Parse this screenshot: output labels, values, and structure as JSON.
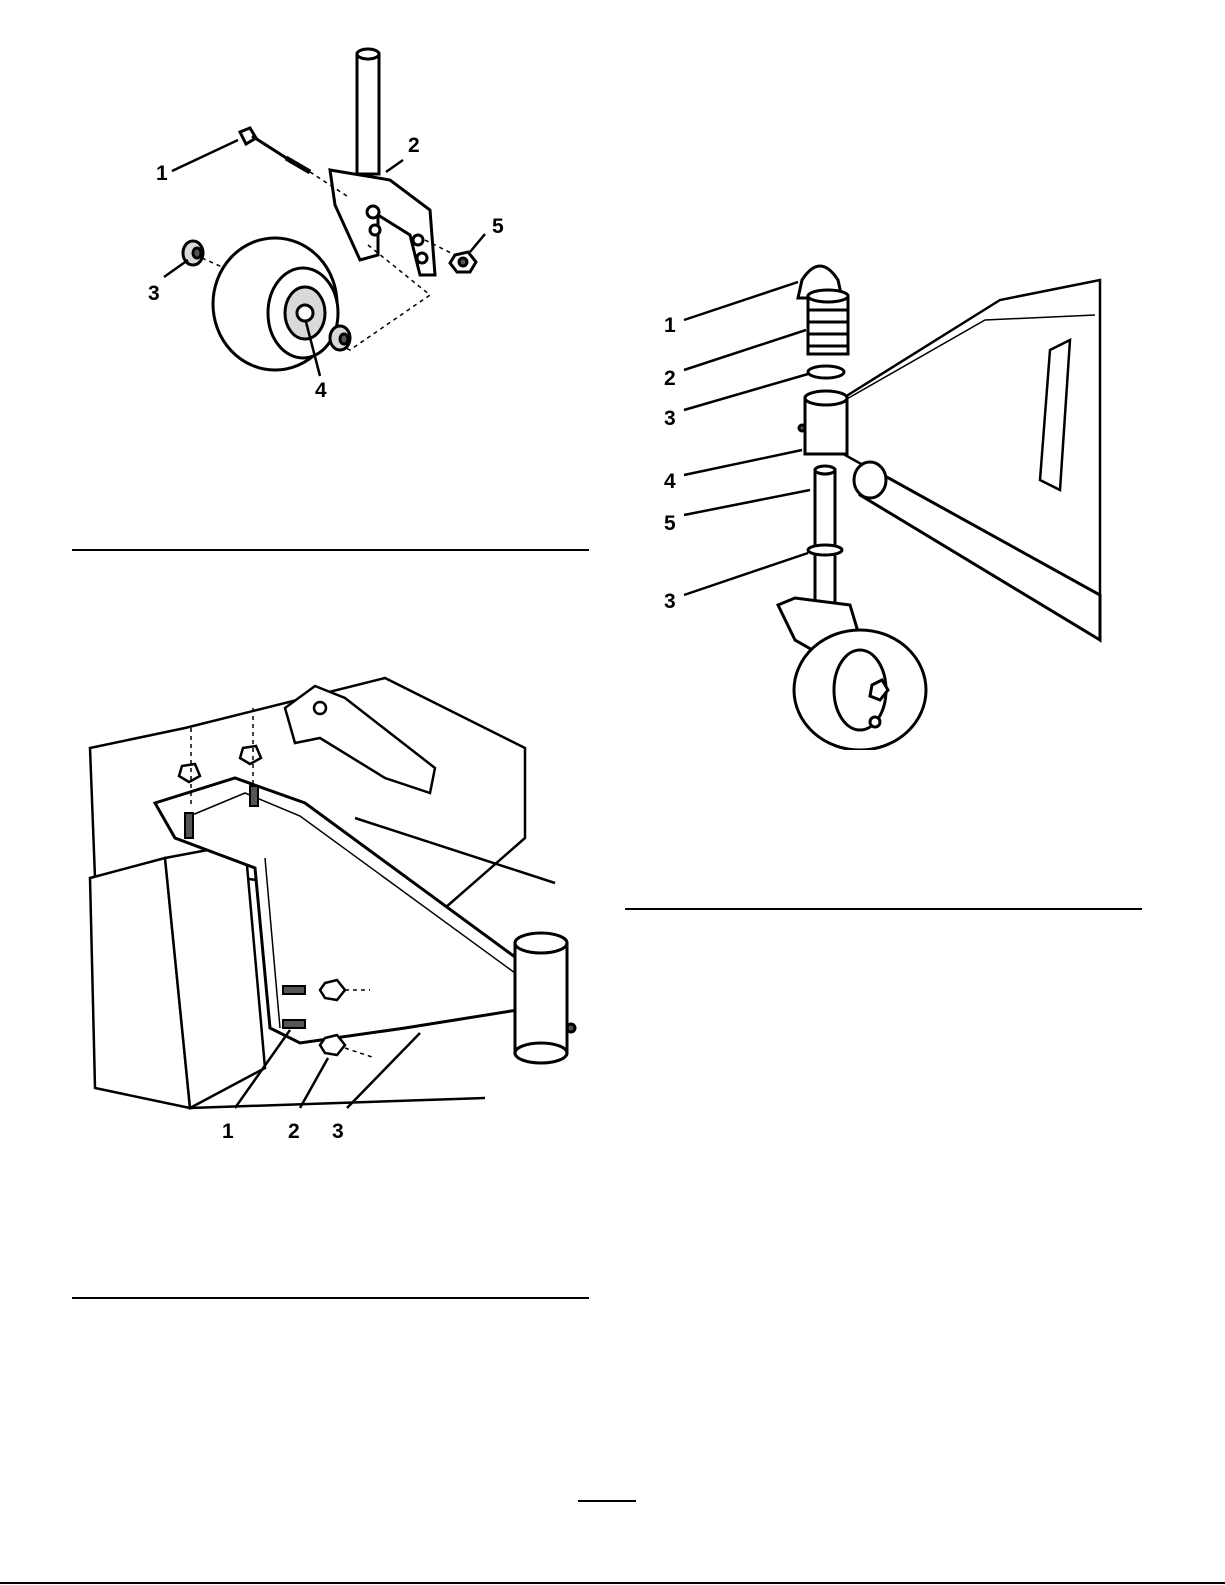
{
  "figure_caster_wheel": {
    "callouts": [
      "1",
      "2",
      "3",
      "4",
      "5"
    ]
  },
  "figure_caster_arm": {
    "callouts": [
      "1",
      "2",
      "3"
    ]
  },
  "figure_caster_assembly": {
    "callouts": [
      "1",
      "2",
      "3",
      "4",
      "5",
      "3"
    ]
  },
  "colors": {
    "ink": "#000000",
    "fill_light": "#ffffff",
    "fill_shade": "#d9d9d9",
    "fill_dark": "#555555"
  }
}
